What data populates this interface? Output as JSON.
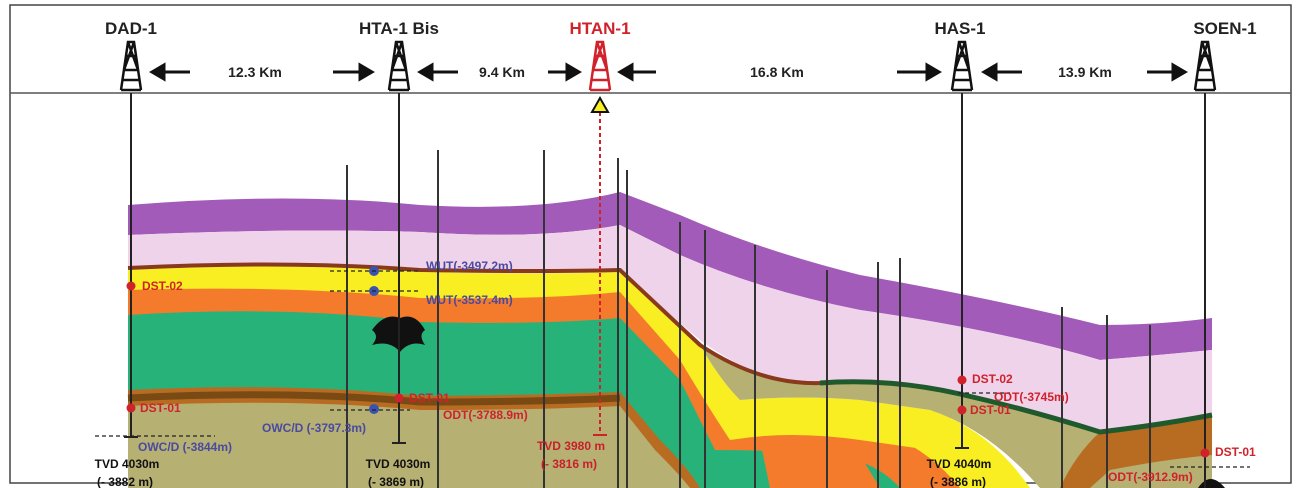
{
  "wells": [
    {
      "name": "DAD-1",
      "tvd": "TVD 4030m",
      "tvdss": "(- 3882 m)",
      "highlight": false
    },
    {
      "name": "HTA-1 Bis",
      "tvd": "TVD 4030m",
      "tvdss": "(- 3869 m)",
      "highlight": false
    },
    {
      "name": "HTAN-1",
      "tvd": "TVD 3980 m",
      "tvdss": "(- 3816 m)",
      "highlight": true
    },
    {
      "name": "HAS-1",
      "tvd": "TVD 4040m",
      "tvdss": "(- 3886 m)",
      "highlight": false
    },
    {
      "name": "SOEN-1",
      "tvd": "",
      "tvdss": "",
      "highlight": false
    }
  ],
  "distances": [
    "12.3 Km",
    "9.4 Km",
    "16.8 Km",
    "13.9 Km"
  ],
  "annotations": {
    "dad_dst02": "DST-02",
    "dad_dst01": "DST-01",
    "dad_owc": "OWC/D (-3844m)",
    "hta_wut1": "WUT(-3497.2m)",
    "hta_wut2": "WUT(-3537.4m)",
    "hta_dst01": "DST-01",
    "hta_odt": "ODT(-3788.9m)",
    "hta_owc": "OWC/D (-3797.3m)",
    "has_dst02": "DST-02",
    "has_odt": "ODT(-3745m)",
    "has_dst01": "DST-01",
    "soen_dst01": "DST-01",
    "soen_odt": "ODT(-3912.9m)"
  },
  "colors": {
    "purple": "#a25bb8",
    "pink": "#efd3ea",
    "yellow": "#f8ee22",
    "orange": "#f47b2c",
    "green": "#27b27a",
    "olive": "#b6b073",
    "brown": "#b86c22",
    "darkgreen": "#1f5a2c",
    "accent_red": "#d0222b",
    "accent_blue": "#3a52b0"
  }
}
